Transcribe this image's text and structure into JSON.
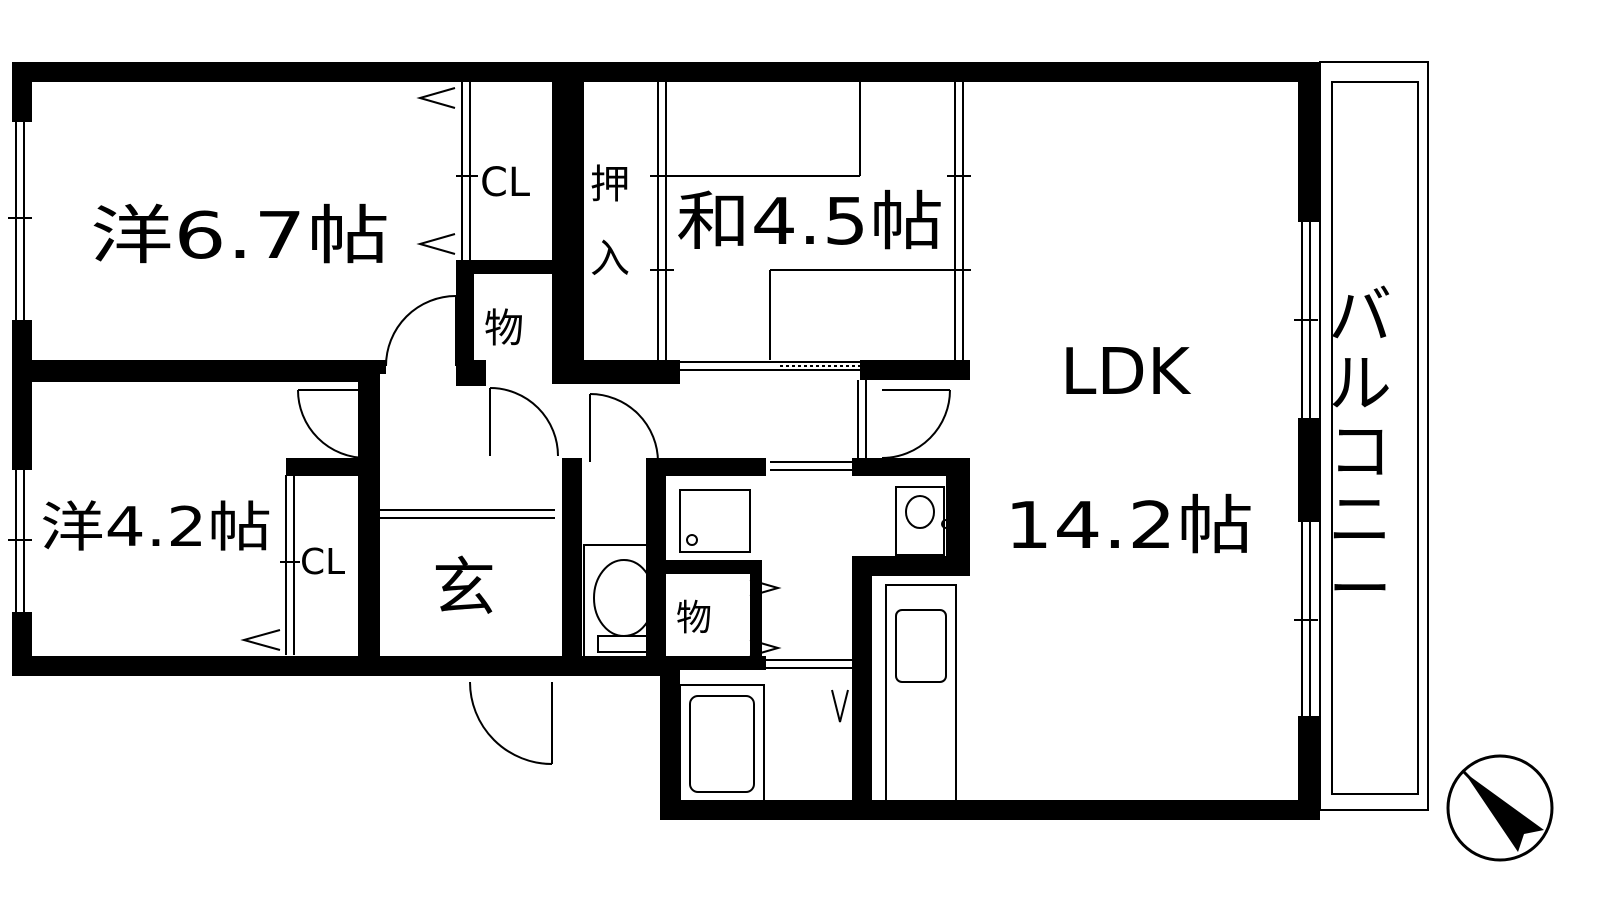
{
  "floor_plan": {
    "rooms": {
      "western_1": "洋6.7帖",
      "closet_1": "CL",
      "storage_1": "物",
      "oshiire_top": "押",
      "oshiire_bottom": "入",
      "japanese": "和4.5帖",
      "ldk_name": "LDK",
      "ldk_size": "14.2帖",
      "western_2": "洋4.2帖",
      "closet_2": "CL",
      "entrance": "玄",
      "storage_2": "物"
    },
    "balcony": [
      "バ",
      "ル",
      "コ",
      "ニ",
      "ー"
    ],
    "colors": {
      "wall": "#000000",
      "line": "#000000",
      "background": "#ffffff"
    },
    "compass_icon": "north-arrow-icon"
  }
}
